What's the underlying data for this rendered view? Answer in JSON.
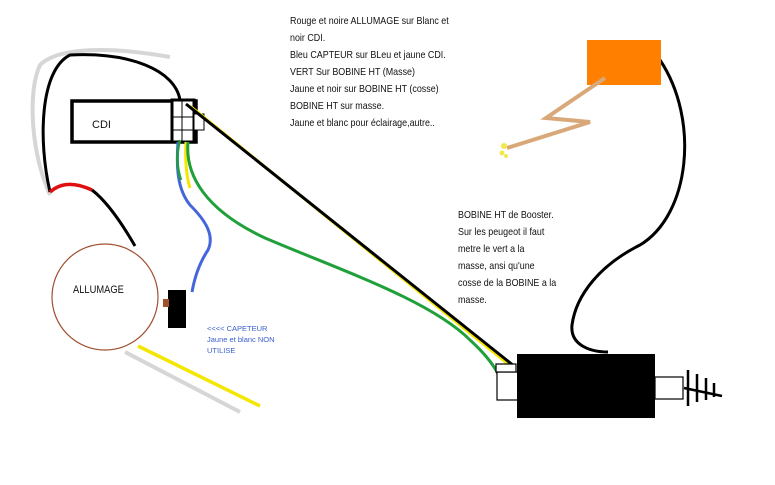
{
  "components": {
    "cdi_label": "CDI",
    "allumage_label": "ALLUMAGE"
  },
  "notes": {
    "instructions": [
      "Rouge et noire ALLUMAGE sur Blanc et",
      "noir CDI.",
      "Bleu CAPTEUR sur BLeu et jaune CDI.",
      "VERT Sur BOBINE HT (Masse)",
      "Jaune et noir sur BOBINE HT (cosse)",
      "BOBINE HT sur masse.",
      "Jaune et blanc pour éclairage,autre.."
    ],
    "booster": [
      "BOBINE HT de Booster.",
      "Sur les peugeot il faut",
      "metre le vert a la",
      "masse, ansi qu'une",
      "cosse de la BOBINE a la",
      "masse."
    ],
    "capteur": [
      "<<<< CAPETEUR",
      "Jaune et blanc NON",
      "UTILISE"
    ]
  },
  "colors": {
    "wire_black": "#000000",
    "wire_red": "#e01010",
    "wire_white": "#d6d6d6",
    "wire_yellow": "#f5e600",
    "wire_green": "#1fa03a",
    "wire_blue": "#4466dd",
    "spark_plug_cap": "#ff8000",
    "spark_arc": "#d8a878",
    "spark_tip": "#f2e84a",
    "capteur_text": "#3a5fcd",
    "component_brown": "#a0522d"
  }
}
